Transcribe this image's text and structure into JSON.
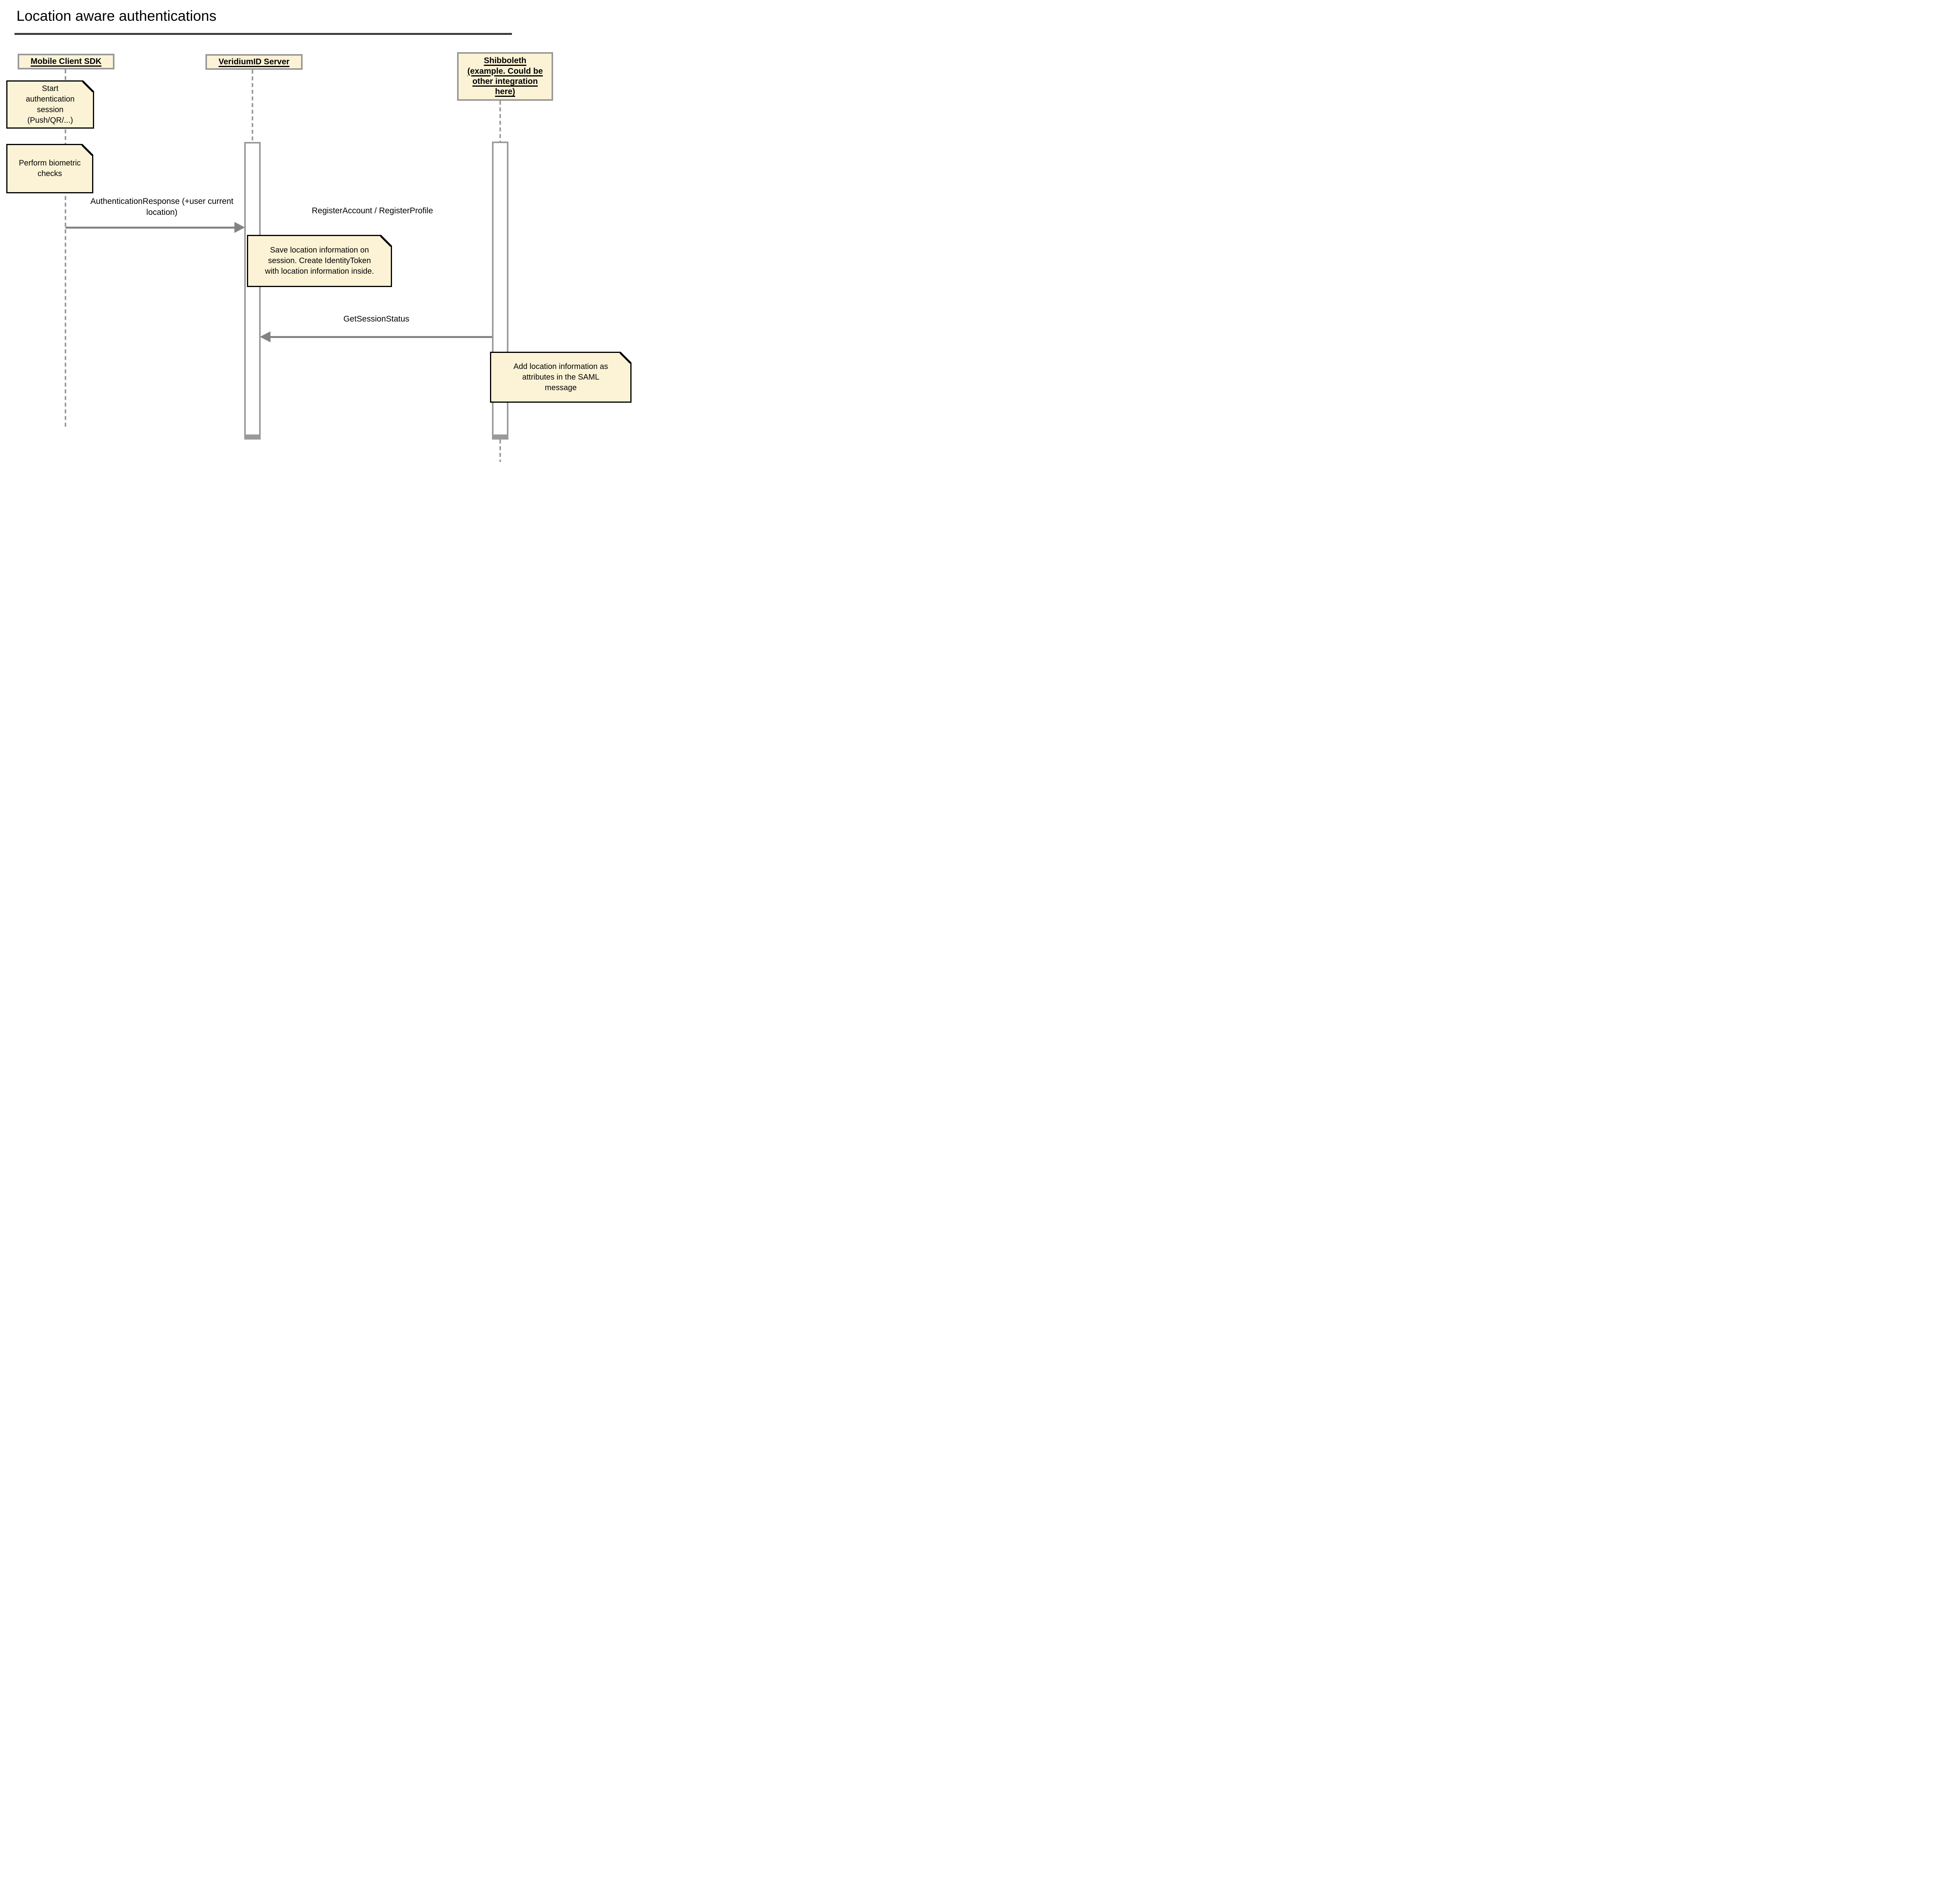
{
  "title": "Location aware authentications",
  "colors": {
    "note_fill": "#fcf3d6",
    "actor_border": "#999999",
    "line_gray": "#9a9a9a",
    "arrow_gray": "#838383",
    "ink": "#000000"
  },
  "actors": [
    {
      "label": "Mobile Client SDK"
    },
    {
      "label": "VeridiumID Server"
    },
    {
      "label": "Shibboleth\n(example. Could be\nother integration\nhere)"
    }
  ],
  "notes": [
    {
      "text": "Start\nauthentication\nsession\n(Push/QR/...)"
    },
    {
      "text": "Perform biometric\nchecks"
    },
    {
      "text": "Save location information on\nsession. Create IdentityToken\nwith location information inside."
    },
    {
      "text": "Add location information as\nattributes in the SAML\nmessage"
    }
  ],
  "messages": [
    {
      "label": "AuthenticationResponse (+user current\nlocation)",
      "direction": "right"
    },
    {
      "label": "RegisterAccount / RegisterProfile",
      "direction": "none"
    },
    {
      "label": "GetSessionStatus",
      "direction": "left"
    }
  ]
}
